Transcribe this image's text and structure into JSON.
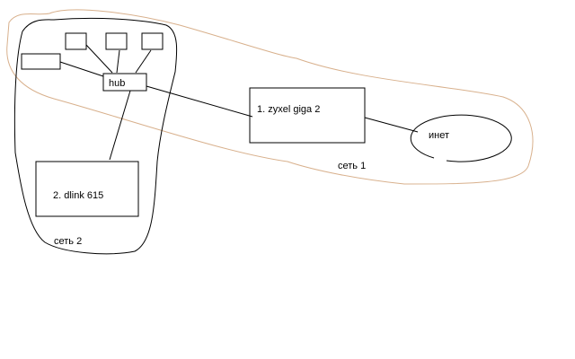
{
  "nodes": {
    "hub": "hub",
    "zyxel": "1. zyxel  giga 2",
    "dlink": "2.  dlink 615",
    "internet": "инет"
  },
  "zones": {
    "net1": "сеть 1",
    "net2": "сеть 2"
  },
  "colors": {
    "net1_outline": "#d8b08c",
    "stroke": "#000000"
  }
}
